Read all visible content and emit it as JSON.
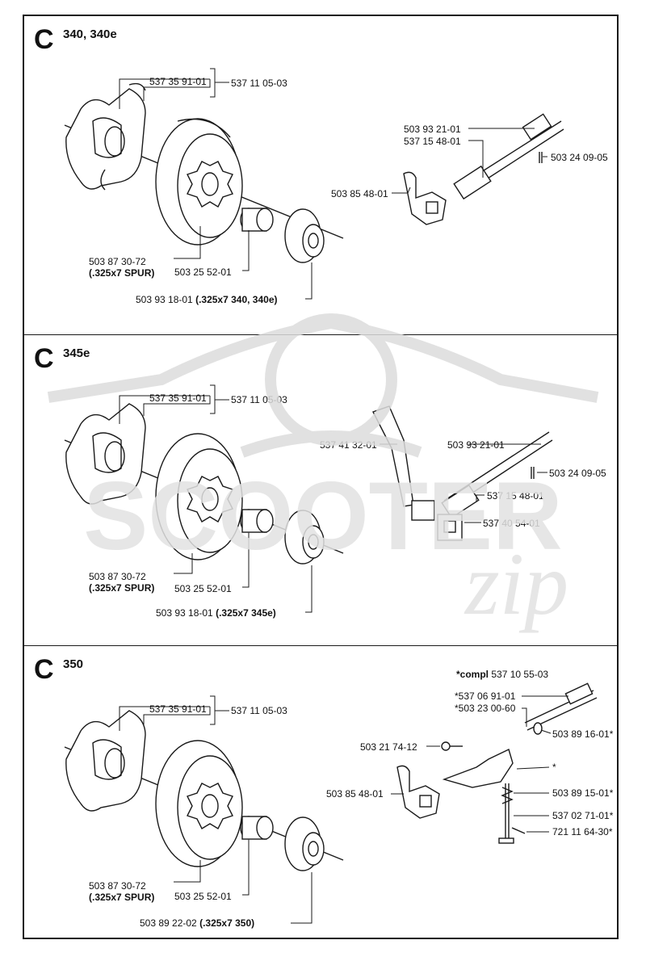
{
  "sections": [
    {
      "letter": "C",
      "title": "340, 340e",
      "labels": {
        "spring_inner": "537 35 91-01",
        "spring_outer": "537 11 05-03",
        "drum_part": "503 87 30-72",
        "drum_spec": "(.325x7 SPUR)",
        "bearing": "503 25 52-01",
        "sprocket_part": "503 93 18-01",
        "sprocket_spec": "(.325x7  340, 340e)",
        "shaft": "503 93 21-01",
        "shaft_sleeve": "537 15 48-01",
        "pin": "503 24 09-05",
        "pump": "503 85 48-01"
      }
    },
    {
      "letter": "C",
      "title": "345e",
      "labels": {
        "spring_inner": "537 35 91-01",
        "spring_outer": "537 11 05-03",
        "drum_part": "503 87 30-72",
        "drum_spec": "(.325x7 SPUR)",
        "bearing": "503 25 52-01",
        "sprocket_part": "503 93 18-01",
        "sprocket_spec": "(.325x7  345e)",
        "lever": "537 41 32-01",
        "shaft": "503 93 21-01",
        "pin": "503 24 09-05",
        "shaft_sleeve": "537 15 48-01",
        "pump": "537 40 54-01"
      }
    },
    {
      "letter": "C",
      "title": "350",
      "labels": {
        "spring_inner": "537 35 91-01",
        "spring_outer": "537 11 05-03",
        "drum_part": "503 87 30-72",
        "drum_spec": "(.325x7 SPUR)",
        "bearing": "503 25 52-01",
        "sprocket_part": "503 89 22-02",
        "sprocket_spec": "(.325x7  350)",
        "compl_prefix": "*compl",
        "compl_part": "537 10 55-03",
        "shaft_a": "*537 06 91-01",
        "shaft_b": "*503 23 00-60",
        "washer": "503 89 16-01*",
        "screw": "503 21 74-12",
        "star": "*",
        "pump": "503 85 48-01",
        "spring": "503 89 15-01*",
        "plunger": "537 02 71-01*",
        "plunger_pin": "721 11 64-30*"
      }
    }
  ],
  "watermark": {
    "brand": "SCOOTER",
    "script": "zip"
  },
  "colors": {
    "ink": "#1a1a1a",
    "watermark": "#dcdcdc"
  }
}
